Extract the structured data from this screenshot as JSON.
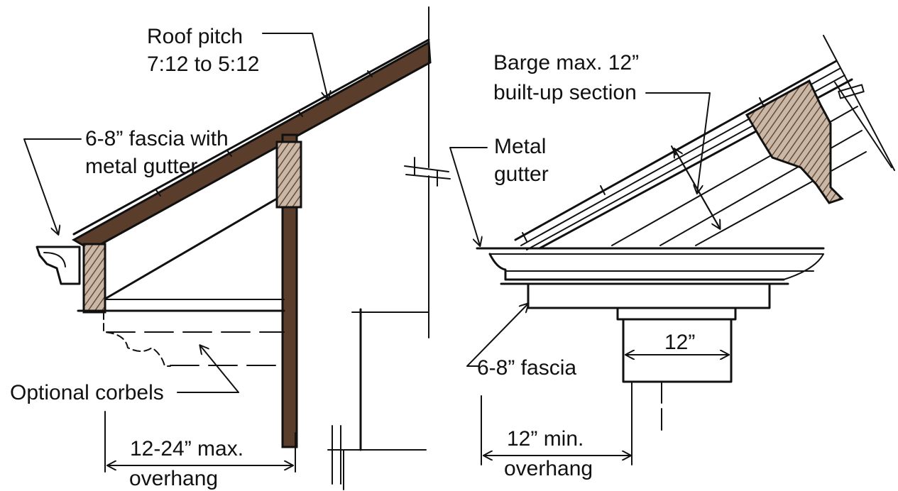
{
  "left_detail": {
    "roof_pitch_line1": "Roof pitch",
    "roof_pitch_line2": "7:12 to 5:12",
    "fascia_line1": "6-8” fascia with",
    "fascia_line2": "metal gutter",
    "corbels_label": "Optional corbels",
    "overhang_line1": "12-24” max.",
    "overhang_line2": "overhang"
  },
  "right_detail": {
    "barge_line1": "Barge max. 12”",
    "barge_line2": "built-up section",
    "gutter_line1": "Metal",
    "gutter_line2": "gutter",
    "width_label": "12”",
    "fascia_label": "6-8” fascia",
    "overhang_line1": "12” min.",
    "overhang_line2": "overhang"
  },
  "colors": {
    "ink": "#111111",
    "wood_hatch": "#6b4a35",
    "paper": "#ffffff"
  }
}
